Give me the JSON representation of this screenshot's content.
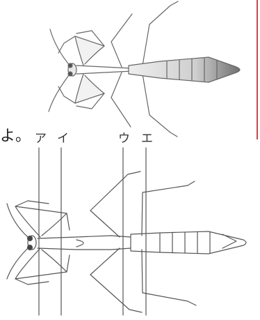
{
  "text": {
    "trailing_text": "よ。",
    "line_labels": [
      "ア",
      "イ",
      "ウ",
      "エ"
    ]
  },
  "icons": {
    "top_figure": "mantis-shaded-illustration-icon",
    "bottom_figure": "mantis-outline-diagram-icon"
  },
  "colors": {
    "margin_rule": "#c24848",
    "ink": "#555555"
  }
}
